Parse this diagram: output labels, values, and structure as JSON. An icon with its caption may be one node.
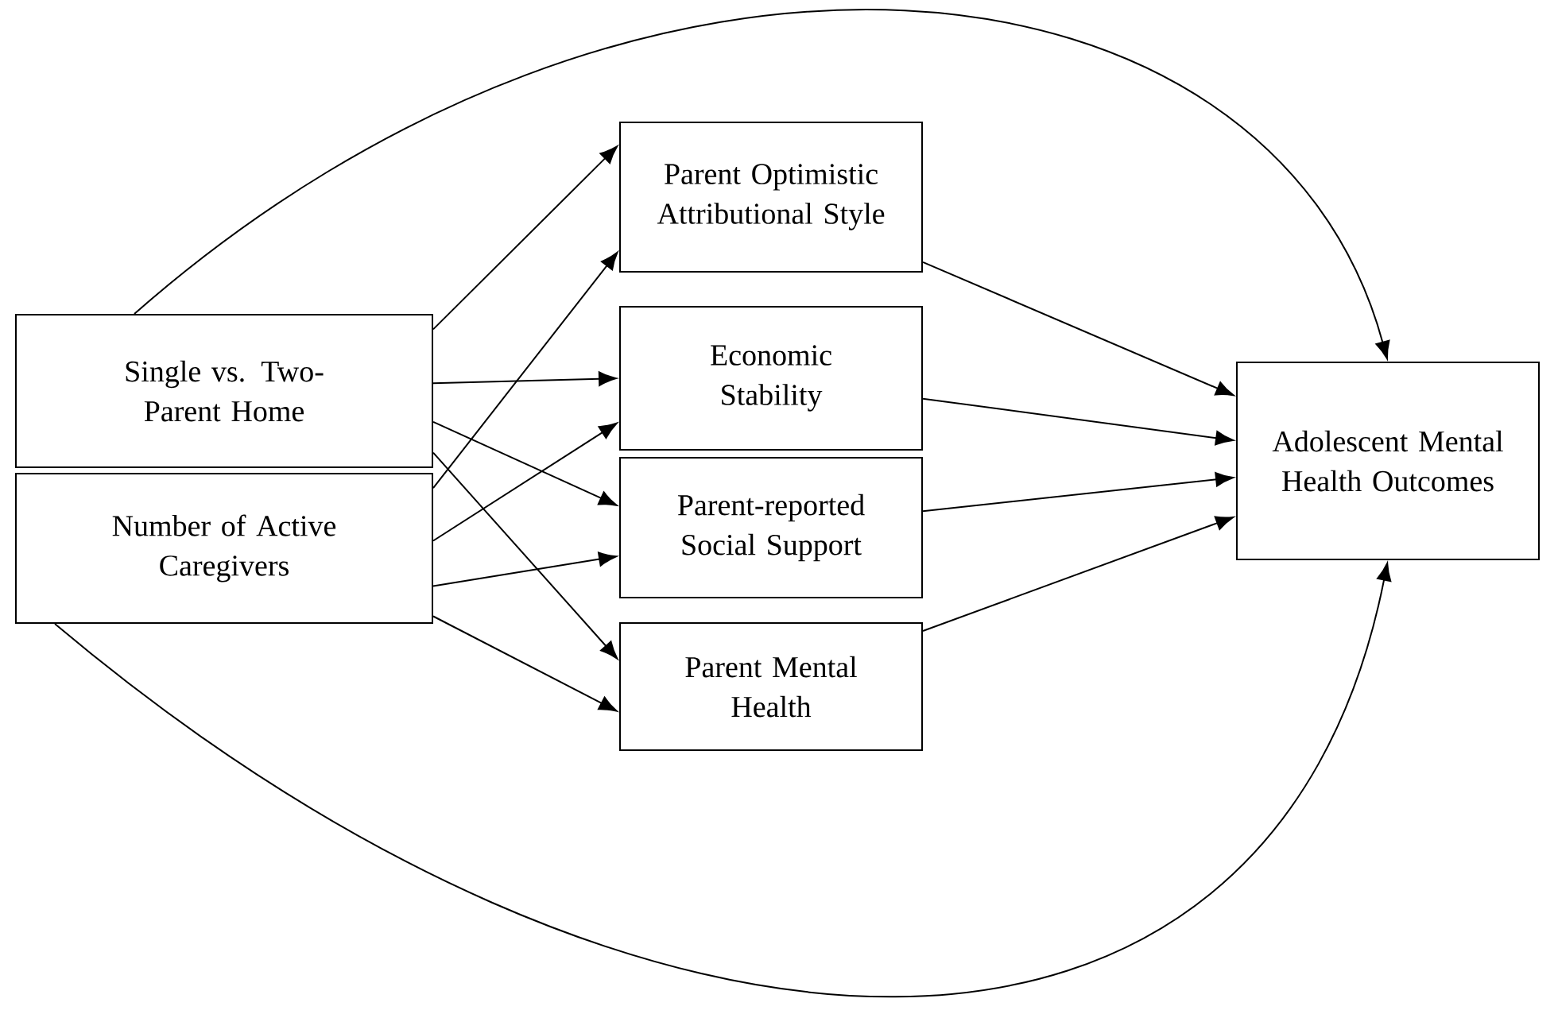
{
  "diagram": {
    "nodes": [
      {
        "text": [
          "Single vs. Two-Parent Home"
        ]
      },
      {
        "text": [
          "Number of Active Caregivers"
        ]
      },
      {
        "text": [
          "Parent Optimistic Attributional Style"
        ]
      },
      {
        "text": [
          "Economic Stability"
        ]
      },
      {
        "text": [
          "Parent-reported Social Support"
        ]
      },
      {
        "text": [
          "Parent Mental Health"
        ]
      },
      {
        "text": [
          "Adolescent Mental Health Outcomes"
        ]
      }
    ],
    "edges": [
      {
        "from": 0,
        "to": 2,
        "arrow": "to"
      },
      {
        "from": 0,
        "to": 3,
        "arrow": "to"
      },
      {
        "from": 0,
        "to": 4,
        "arrow": "to"
      },
      {
        "from": 0,
        "to": 5,
        "arrow": "to"
      },
      {
        "from": 1,
        "to": 2,
        "arrow": "to"
      },
      {
        "from": 1,
        "to": 3,
        "arrow": "to"
      },
      {
        "from": 1,
        "to": 4,
        "arrow": "to"
      },
      {
        "from": 1,
        "to": 5,
        "arrow": "to"
      },
      {
        "from": 2,
        "to": 6,
        "arrow": "to"
      },
      {
        "from": 3,
        "to": 6,
        "arrow": "to"
      },
      {
        "from": 4,
        "to": 6,
        "arrow": "to"
      },
      {
        "from": 5,
        "to": 6,
        "arrow": "to"
      },
      {
        "from": 0,
        "to": 6,
        "arrow": "to"
      },
      {
        "from": 1,
        "to": 6,
        "arrow": "to"
      }
    ]
  }
}
